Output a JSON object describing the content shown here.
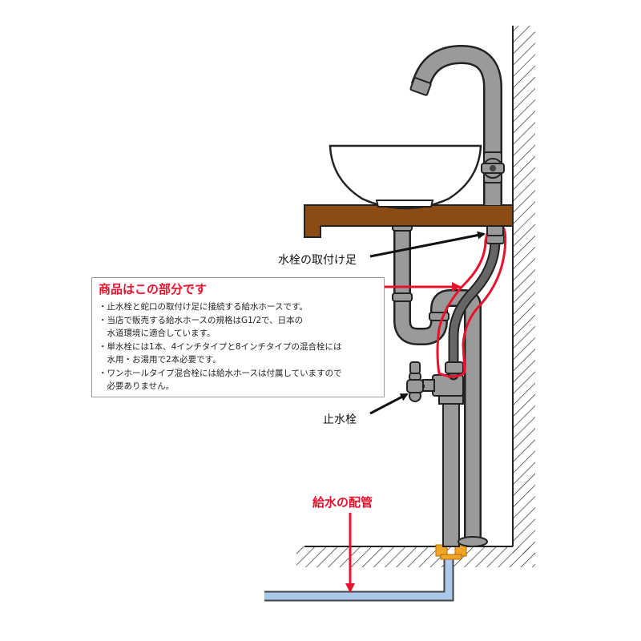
{
  "labels": {
    "faucet_mount": "水栓の取付け足",
    "stop_valve": "止水栓",
    "supply_pipe": "給水の配管"
  },
  "info": {
    "title": "商品はこの部分です",
    "lines": [
      "・止水栓と蛇口の取付け足に接続する給水ホースです。",
      "・当店で販売する給水ホースの規格はG1/2で、日本の",
      "　水道環境に適合しています。",
      "・単水栓には1本、4インチタイプと8インチタイプの混合栓には",
      "　水用・お湯用で2本必要です。",
      "・ワンホールタイプ混合栓には給水ホースは付属していますので",
      "　必要ありません。"
    ]
  },
  "colors": {
    "highlight": "#e8122c",
    "pipe": "#9a9a9a",
    "counter": "#8b4b12",
    "supply_water": "#a9c8ea",
    "fitting": "#f0a428",
    "hose": "#555555"
  }
}
